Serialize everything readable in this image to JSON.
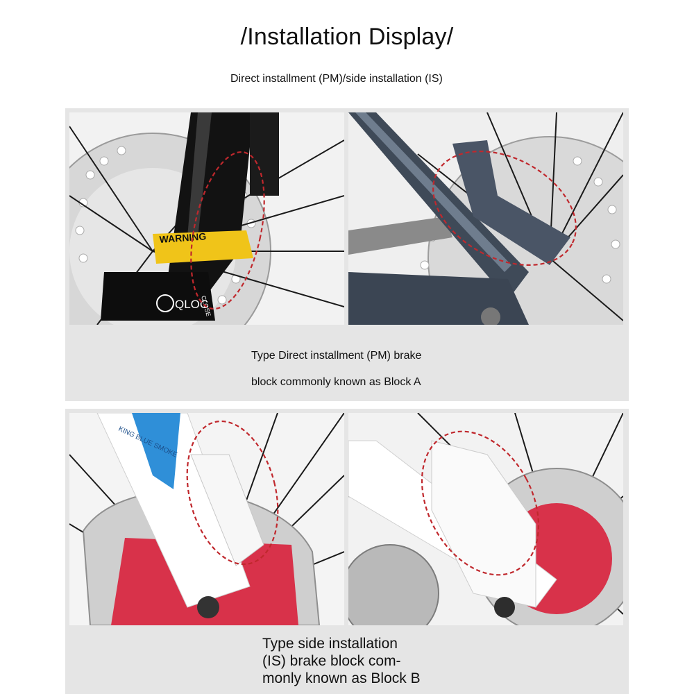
{
  "title": "/Installation Display/",
  "subtitle": "Direct installment (PM)/side installation (IS)",
  "section_a": {
    "caption_line1": "Type Direct installment (PM) brake",
    "caption_line2": "block commonly known as Block A",
    "photo1_labels": {
      "warning": "WARNING",
      "brand": "QLOC",
      "close": "CLOSE"
    }
  },
  "section_b": {
    "caption_line1": "Type side installation",
    "caption_line2": "(IS) brake block com-",
    "caption_line3": "monly known as Block B",
    "photo1_labels": {
      "fork_text": "KING BLUE SMOKE"
    }
  },
  "colors": {
    "panel_bg": "#e5e5e5",
    "highlight_dash": "#c0282d",
    "frame_dark": "#3f4a58",
    "fork_black": "#121212",
    "disc_red": "#d8324a",
    "disc_silver": "#cfcfcf"
  }
}
